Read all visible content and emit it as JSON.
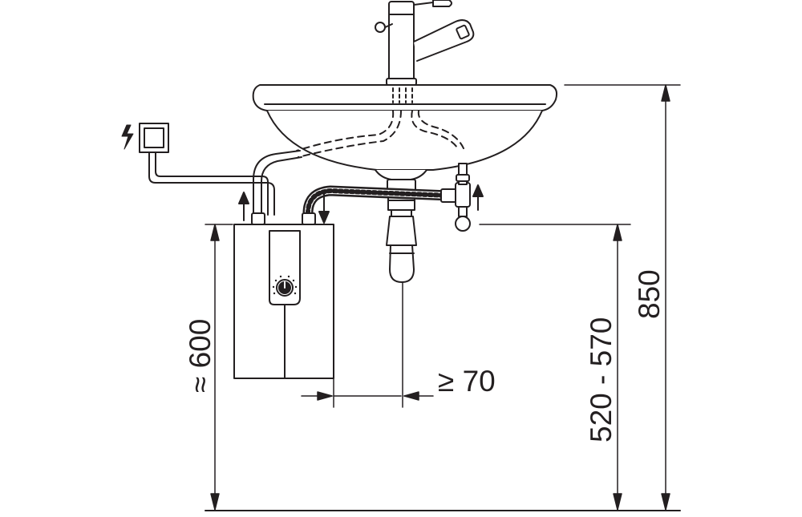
{
  "dimensions": {
    "approx_unit_height": "≈ 600",
    "min_side_clearance": "≥ 70",
    "mount_height_range": "520 - 570",
    "basin_rim_height": "850"
  },
  "colors": {
    "line": "#231f20",
    "fill": "#ffffff"
  },
  "icons": [
    "electric-supply-symbol",
    "flow-arrow-up",
    "flow-arrow-down"
  ]
}
